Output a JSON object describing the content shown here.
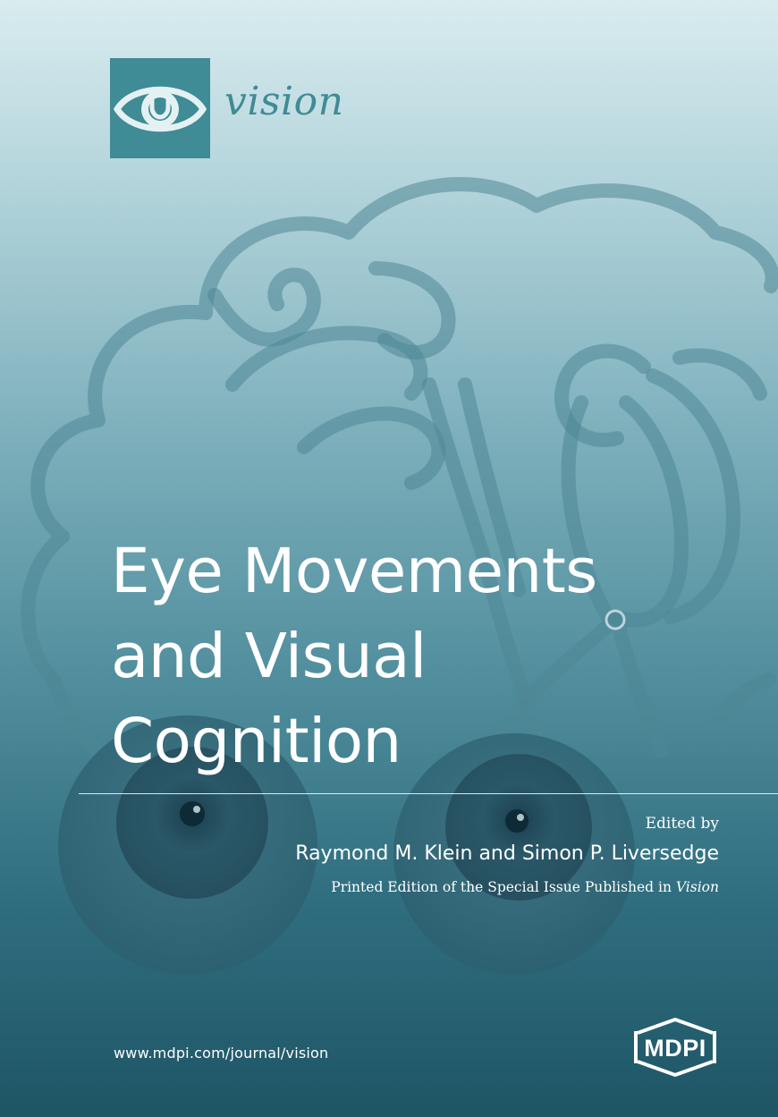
{
  "journal": {
    "logo_icon": "eye-icon",
    "logo_text": "vision",
    "accent_color": "#3f8b96"
  },
  "title_lines": [
    "Eye Movements",
    "and Visual",
    "Cognition"
  ],
  "edited_label": "Edited by",
  "editors": "Raymond M. Klein and Simon P. Liversedge",
  "printed_edition": {
    "text": "Printed Edition of the Special Issue Published in ",
    "journal": "Vision"
  },
  "website": "www.mdpi.com/journal/vision",
  "publisher": {
    "logo_text": "MDPI",
    "logo_icon": "mdpi-hexagon-logo"
  },
  "background": {
    "illustration": "hand-drawn-brain-and-eyes",
    "gradient_top": "#d9ecef",
    "gradient_bottom": "#1e5565"
  }
}
